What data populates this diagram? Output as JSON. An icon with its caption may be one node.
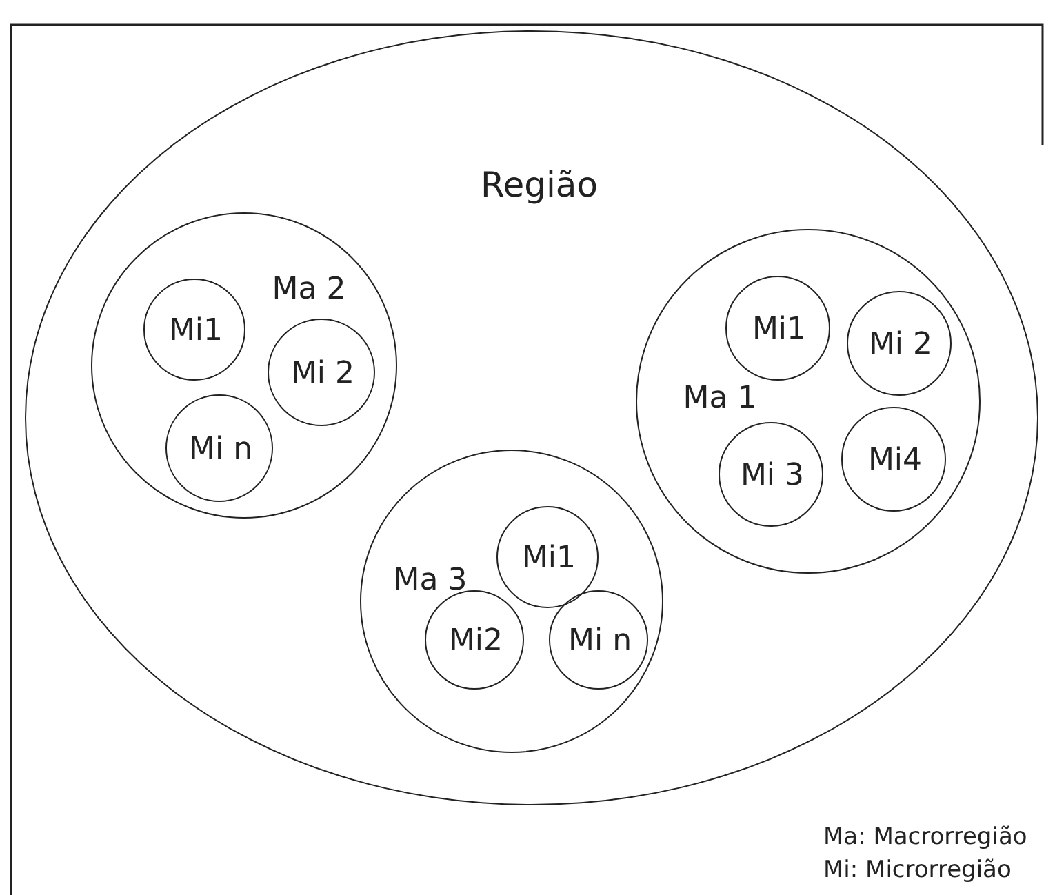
{
  "diagram": {
    "nodes": [
      {
        "text": [
          "Região"
        ]
      },
      {
        "text": [
          "Ma 2"
        ],
        "in": 0
      },
      {
        "text": [
          "Mi1"
        ],
        "in": 1
      },
      {
        "text": [
          "Mi 2"
        ],
        "in": 1
      },
      {
        "text": [
          "Mi n"
        ],
        "in": 1
      },
      {
        "text": [
          "Ma 1"
        ],
        "in": 0
      },
      {
        "text": [
          "Mi1"
        ],
        "in": 5
      },
      {
        "text": [
          "Mi 2"
        ],
        "in": 5
      },
      {
        "text": [
          "Mi 3"
        ],
        "in": 5
      },
      {
        "text": [
          "Mi4"
        ],
        "in": 5
      },
      {
        "text": [
          "Ma 3"
        ],
        "in": 0
      },
      {
        "text": [
          "Mi1"
        ],
        "in": 10
      },
      {
        "text": [
          "Mi2"
        ],
        "in": 10
      },
      {
        "text": [
          "Mi n"
        ],
        "in": 10
      }
    ],
    "labels": [
      "Ma: Macrorregião",
      "Mi: Microrregião"
    ]
  }
}
